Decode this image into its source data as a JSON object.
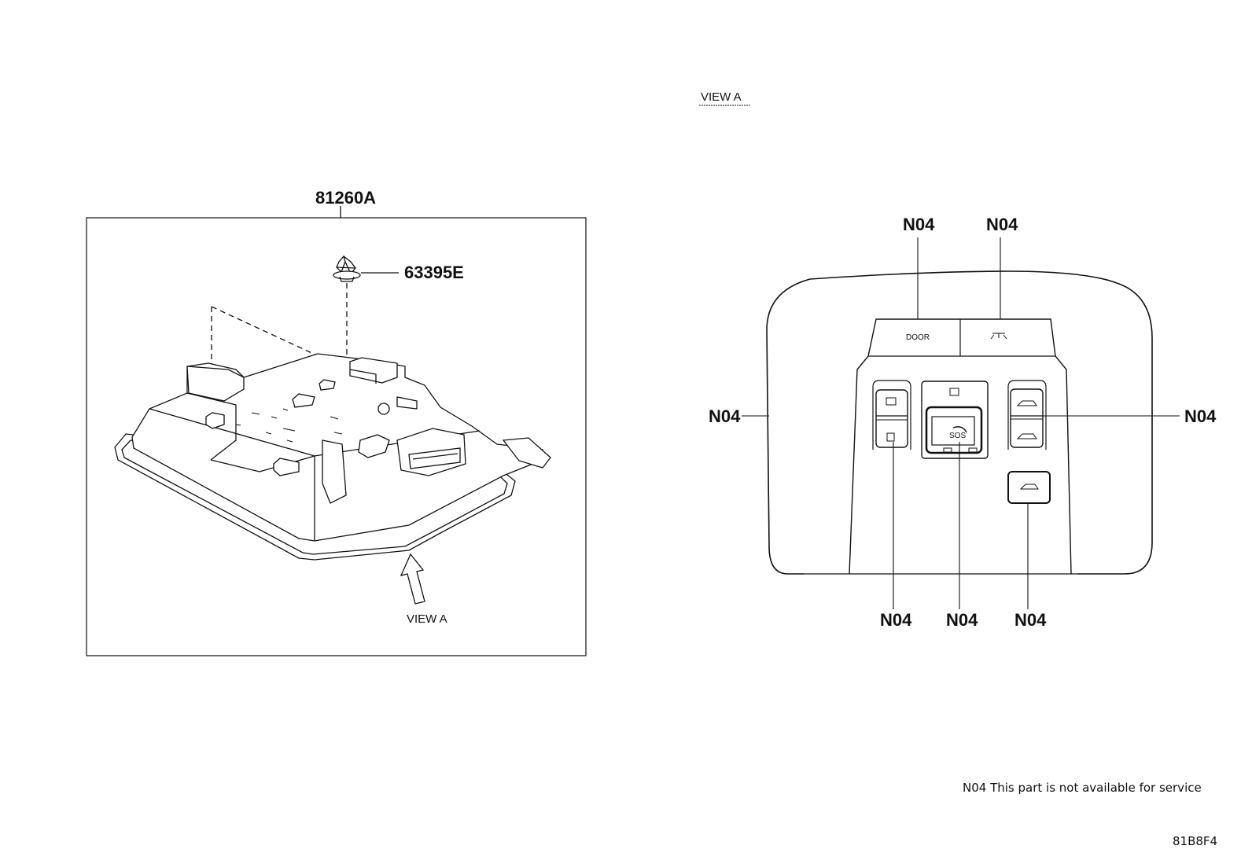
{
  "exploded_view": {
    "assembly_part_no": "81260A",
    "clip_part_no": "63395E",
    "view_arrow_label": "VIEW A"
  },
  "detail_view": {
    "title": "VIEW A",
    "top_left_button_label": "DOOR",
    "sos_label": "SOS",
    "callouts": [
      "N04",
      "N04",
      "N04",
      "N04",
      "N04",
      "N04",
      "N04"
    ]
  },
  "footnote": "N04 This part is not available for service",
  "diagram_code": "81B8F4",
  "colors": {
    "line": "#111111",
    "background": "#ffffff"
  }
}
